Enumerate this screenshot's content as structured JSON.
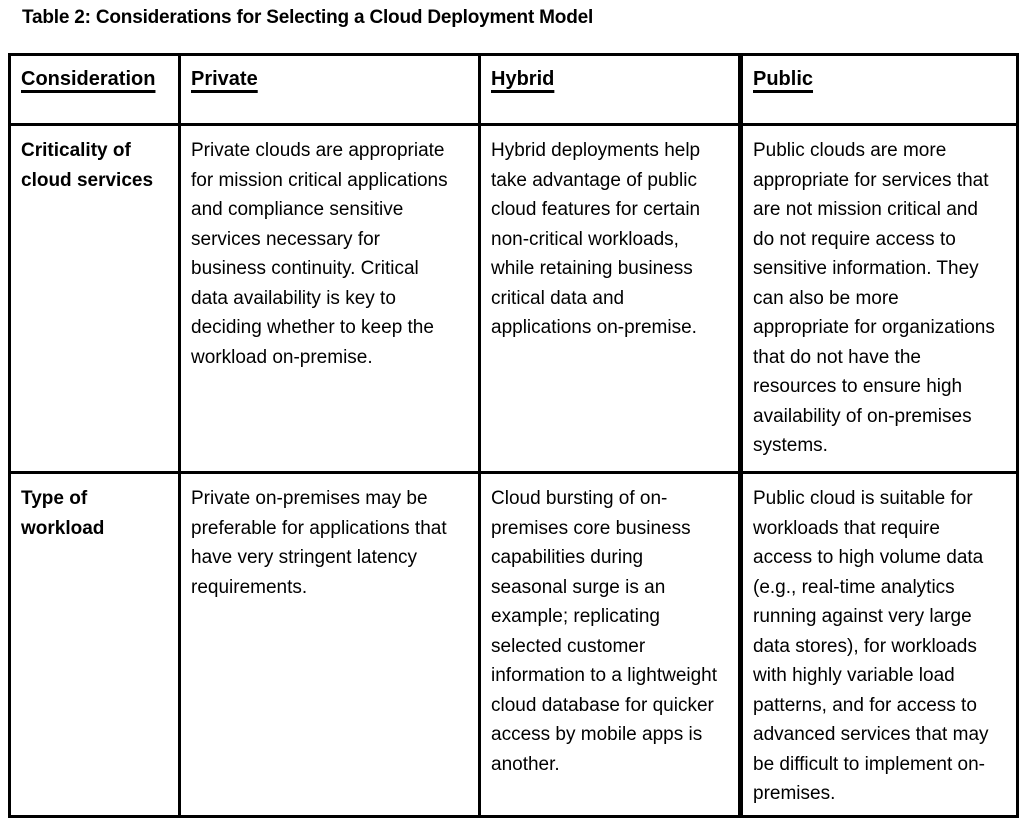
{
  "title": "Table 2: Considerations for Selecting a Cloud Deployment Model",
  "table": {
    "headers": [
      "Consideration",
      "Private",
      "Hybrid",
      "Public"
    ],
    "rows": [
      {
        "consideration": "Criticality of cloud services",
        "private": "Private clouds are appropriate for mission critical applications and compliance sensitive services necessary for business continuity. Critical data availability is key to deciding whether to keep the workload on-premise.",
        "hybrid": "Hybrid deployments help take advantage of public cloud features for certain non-critical workloads, while retaining business critical data and applications on-premise.",
        "public": "Public clouds are more appropriate for services that are not mission critical and do not require access to sensitive information. They can also be more appropriate for organizations that do not have the resources to ensure high availability of on-premises systems."
      },
      {
        "consideration": "Type of workload",
        "private": "Private on-premises may be preferable for applications that have very stringent latency requirements.",
        "hybrid": "Cloud bursting of on-premises core business capabilities during seasonal surge is an example; replicating selected customer information to a lightweight cloud database for quicker access by mobile apps is another.",
        "public": "Public cloud is suitable for workloads that require access to high volume data (e.g., real-time analytics running against very large data stores), for workloads with highly variable load patterns, and for access to advanced services that may be difficult to implement on-premises."
      }
    ]
  }
}
